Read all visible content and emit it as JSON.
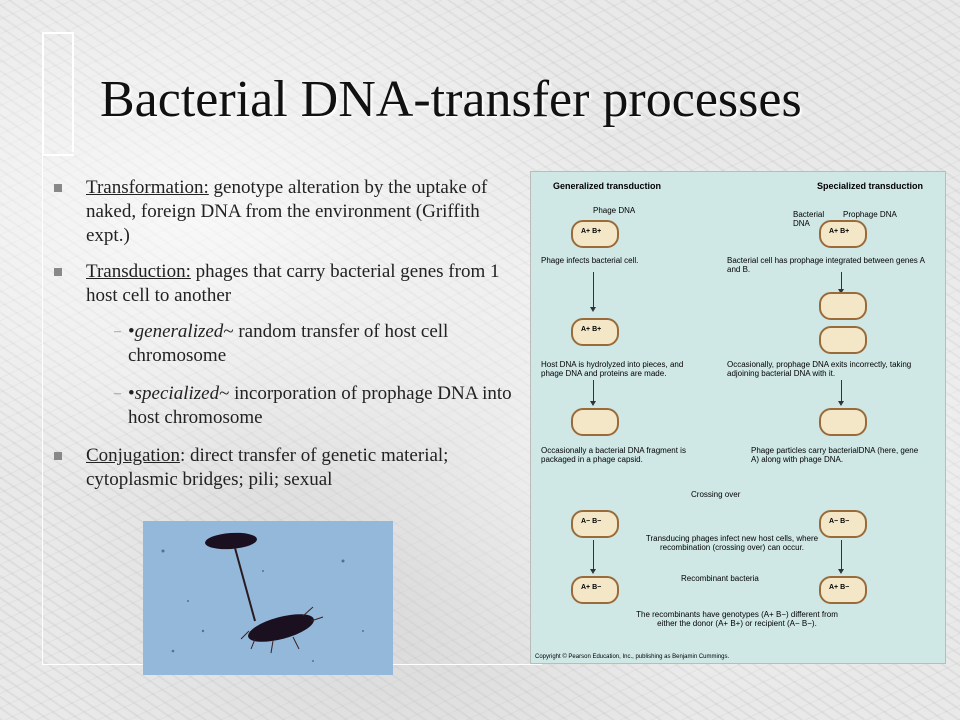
{
  "title": "Bacterial DNA-transfer processes",
  "bullets": {
    "transformation": {
      "term": "Transformation:",
      "text": "  genotype alteration by the uptake of naked, foreign DNA from the environment (Griffith expt.)"
    },
    "transduction": {
      "term": "Transduction:",
      "text": "  phages that carry bacterial genes from 1 host cell  to another"
    },
    "sub1": {
      "lead": "•",
      "term": "generalized",
      "text": "~ random transfer of host cell chromosome"
    },
    "sub2": {
      "lead": "•",
      "term": "specialized",
      "text": "~ incorporation of prophage DNA into host chromosome"
    },
    "conjugation": {
      "term": "Conjugation",
      "text": ":  direct transfer of genetic material; cytoplasmic bridges; pili; sexual"
    }
  },
  "diagram": {
    "gen_title": "Generalized transduction",
    "spec_title": "Specialized transduction",
    "phage_dna": "Phage DNA",
    "bacterial_dna": "Bacterial DNA",
    "prophage_dna": "Prophage DNA",
    "gen1": "Phage infects bacterial cell.",
    "spec1": "Bacterial cell has prophage integrated between genes A and B.",
    "gen2": "Host DNA is hydrolyzed into pieces, and phage DNA and proteins are made.",
    "spec2": "Occasionally, prophage DNA exits incorrectly, taking adjoining bacterial DNA with it.",
    "gen3": "Occasionally a bacterial DNA fragment is packaged in a phage capsid.",
    "spec3": "Phage particles carry bacterialDNA (here, gene A) along with phage DNA.",
    "crossing": "Crossing over",
    "transducing": "Transducing phages infect new host cells, where recombination (crossing over) can occur.",
    "recombinant": "Recombinant bacteria",
    "final": "The recombinants have genotypes (A+ B−) different from either the donor (A+ B+) or recipient (A− B−).",
    "gene_ab": "A+ B+",
    "gene_amb": "A− B−",
    "gene_apb": "A+ B−",
    "copyright": "Copyright © Pearson Education, Inc., publishing as Benjamin Cummings."
  }
}
